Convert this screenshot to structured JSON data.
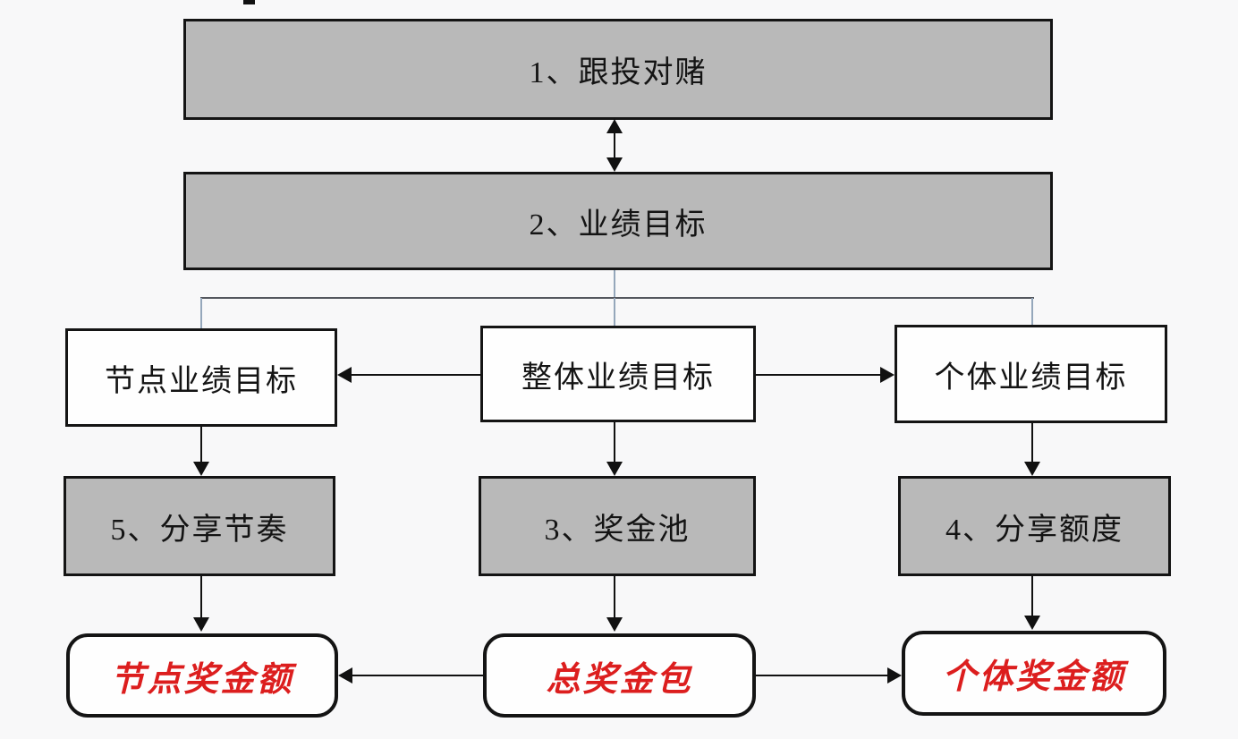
{
  "diagram": {
    "type": "flowchart",
    "language": "zh-CN",
    "level1": [
      {
        "label": "1、跟投对赌"
      },
      {
        "label": "2、业绩目标"
      }
    ],
    "level2": [
      {
        "label": "节点业绩目标"
      },
      {
        "label": "整体业绩目标"
      },
      {
        "label": "个体业绩目标"
      }
    ],
    "level3": [
      {
        "label": "5、分享节奏"
      },
      {
        "label": "3、奖金池"
      },
      {
        "label": "4、分享额度"
      }
    ],
    "level4": [
      {
        "label": "节点奖金额"
      },
      {
        "label": "总奖金包"
      },
      {
        "label": "个体奖金额"
      }
    ],
    "relations": [
      "1、跟投对赌 <-> 2、业绩目标",
      "2、业绩目标 -> 节点业绩目标 / 整体业绩目标 / 个体业绩目标",
      "整体业绩目标 -> 节点业绩目标",
      "整体业绩目标 -> 个体业绩目标",
      "节点业绩目标 -> 5、分享节奏 -> 节点奖金额",
      "整体业绩目标 -> 3、奖金池 -> 总奖金包",
      "个体业绩目标 -> 4、分享额度 -> 个体奖金额",
      "总奖金包 -> 节点奖金额",
      "总奖金包 -> 个体奖金额"
    ]
  },
  "colors": {
    "background": "#f8f8f9",
    "box_gray": "#b9b9b9",
    "box_white": "#fefefe",
    "border": "#141414",
    "text": "#141414",
    "accent_red": "#dc1e1e",
    "connector_light": "#95a7bb",
    "connector_dark": "#54575e",
    "arrow": "#111111"
  }
}
